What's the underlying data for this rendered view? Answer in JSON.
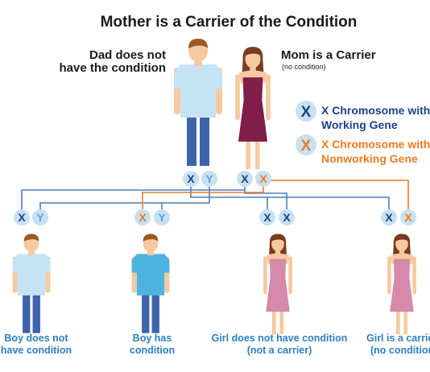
{
  "title": "Mother is a Carrier of the Condition",
  "dad": {
    "label_line1": "Dad does not",
    "label_line2": "have the condition",
    "chromosomes": [
      "X",
      "Y"
    ]
  },
  "mom": {
    "label": "Mom is a Carrier",
    "sublabel": "(no condition)",
    "chromosomes": [
      "X",
      "X"
    ]
  },
  "legend": {
    "working": {
      "symbol": "X",
      "line1": "X Chromosome with",
      "line2": "Working Gene"
    },
    "nonworking": {
      "symbol": "X",
      "line1": "X Chromosome with",
      "line2": "Nonworking Gene"
    }
  },
  "children": [
    {
      "chromosomes": [
        "X",
        "Y"
      ],
      "caption_line1": "Boy does not",
      "caption_line2": "have condition"
    },
    {
      "chromosomes": [
        "X",
        "Y"
      ],
      "caption_line1": "Boy has",
      "caption_line2": "condition"
    },
    {
      "chromosomes": [
        "X",
        "X"
      ],
      "caption_line1": "Girl does not have condition",
      "caption_line2": "(not a carrier)"
    },
    {
      "chromosomes": [
        "X",
        "X"
      ],
      "caption_line1": "Girl is a carrier",
      "caption_line2": "(no condition)"
    }
  ],
  "colors": {
    "working": "#1f3f8c",
    "nonworking": "#ee7b22",
    "chrom_bg": "#c7e1f3",
    "y_chrom": "#5aa6dc",
    "caption": "#2e7fc1",
    "shirt_light": "#c6e3f4",
    "shirt_affected": "#4fb3e0",
    "pants": "#3d64ab",
    "skin": "#f6c9a0",
    "hair_dad": "#9a5a22",
    "hair_mom": "#7a3b1e",
    "dress_mom": "#7e1e49",
    "dress_girl": "#d58aaa",
    "line_blue": "#4a7fbd",
    "line_orange": "#ee7b22"
  }
}
